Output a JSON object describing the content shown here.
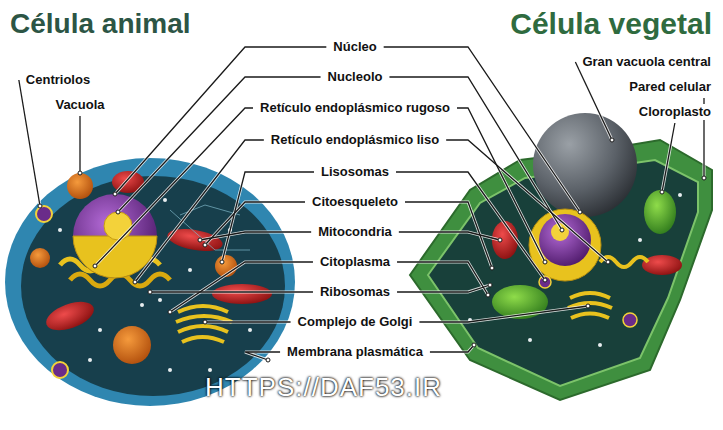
{
  "diagram": {
    "labels": [
      "Célula animal",
      "Célula vegetal",
      "Núcleo",
      "Nucleolo",
      "Retículo endoplásmico rugoso",
      "Retículo endoplásmico liso",
      "Lisosomas",
      "Citoesqueleto",
      "Mitocondria",
      "Citoplasma",
      "Ribosomas",
      "Complejo de Golgi",
      "Membrana plasmática",
      "Centriolos",
      "Vacuola",
      "Gran vacuola central",
      "Pared celular",
      "Cloroplasto",
      "HTTPS://DAF53.IR"
    ]
  }
}
